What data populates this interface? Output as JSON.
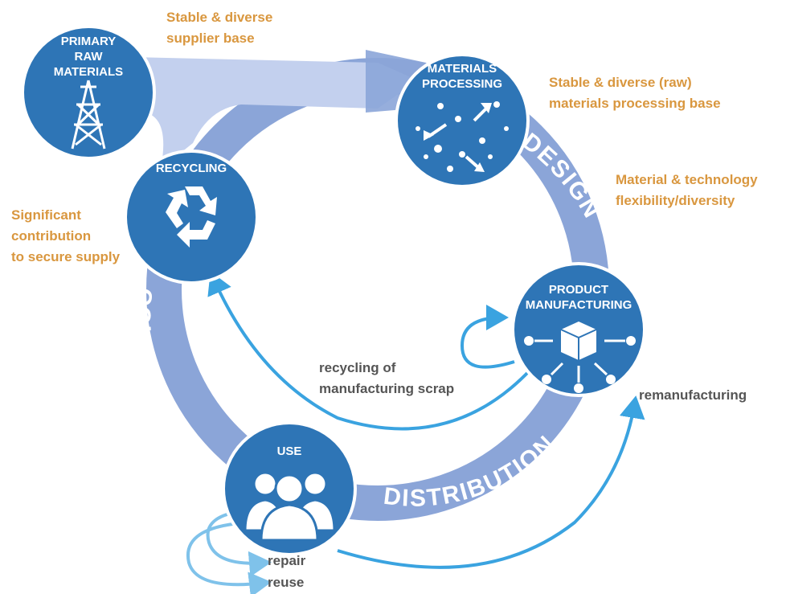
{
  "nodes": {
    "primary_raw_materials": [
      "PRIMARY",
      "RAW",
      "MATERIALS"
    ],
    "materials_processing": [
      "MATERIALS",
      "PROCESSING"
    ],
    "recycling": [
      "RECYCLING"
    ],
    "product_manufacturing": [
      "PRODUCT",
      "MANUFACTURING"
    ],
    "use": [
      "USE"
    ]
  },
  "ring_labels": {
    "design": "DESIGN",
    "distribution": "DISTRIBUTION",
    "collection": "COLLECTION"
  },
  "annotations": {
    "supplier_base": [
      "Stable & diverse",
      "supplier base"
    ],
    "processing_base": [
      "Stable & diverse (raw)",
      "materials processing base"
    ],
    "flexibility": [
      "Material & technology",
      "flexibility/diversity"
    ],
    "secure_supply": [
      "Significant",
      "contribution",
      "to secure supply"
    ],
    "manufacturing_scrap": [
      "recycling of",
      "manufacturing scrap"
    ],
    "remanufacturing": "remanufacturing",
    "repair": "repair",
    "reuse": "reuse"
  },
  "colors": {
    "node_fill": "#2e75b6",
    "node_border": "#ffffff",
    "ring": "#8ba5d8",
    "ring_light": "#c3d0ee",
    "arrow": "#3aa3e0",
    "orange": "#d9973f",
    "gray": "#555555"
  },
  "icons": {
    "primary_raw_materials": "oil-derrick-icon",
    "materials_processing": "scattered-particles-arrows-icon",
    "recycling": "recycle-icon",
    "product_manufacturing": "cube-network-icon",
    "use": "people-group-icon"
  }
}
